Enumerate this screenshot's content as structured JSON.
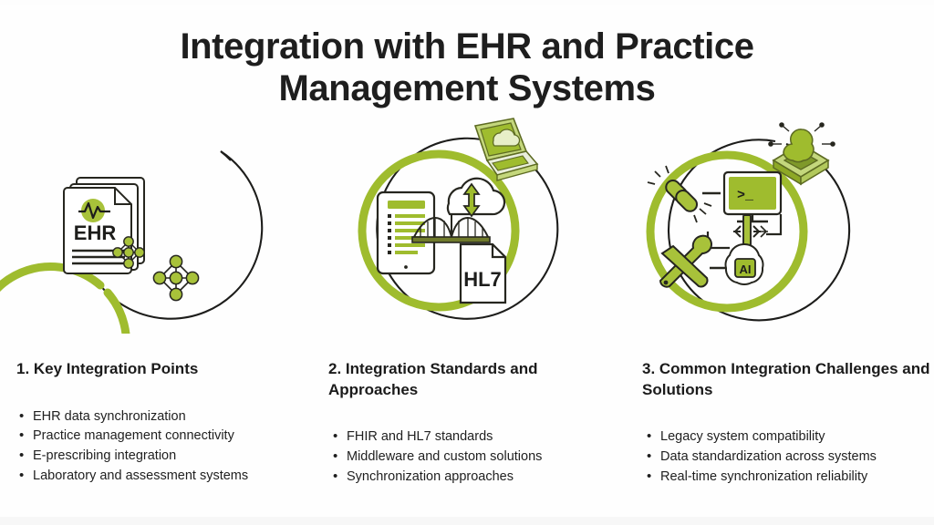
{
  "slide": {
    "title_line1": "Integration with EHR and Practice",
    "title_line2": "Management Systems",
    "background_color": "#fefefe",
    "accent_green": "#9fbc2e",
    "ring_dark": "#1d1d1b",
    "text_color": "#1c1c1c"
  },
  "columns": [
    {
      "heading": "1. Key Integration Points",
      "icon_labels": {
        "document": "EHR"
      },
      "icon_names": [
        "document-stack-icon",
        "heartbeat-icon",
        "network-nodes-icon"
      ],
      "bullets": [
        "EHR data synchronization",
        "Practice management connectivity",
        "E-prescribing integration",
        "Laboratory and assessment systems"
      ]
    },
    {
      "heading": "2. Integration Standards and Approaches",
      "icon_labels": {
        "file": "HL7"
      },
      "icon_names": [
        "tablet-form-icon",
        "bridge-icon",
        "cloud-sync-icon",
        "hl7-file-icon",
        "laptop-cloud-icon"
      ],
      "bullets": [
        "FHIR and HL7 standards",
        "Middleware and custom solutions",
        "Synchronization approaches"
      ]
    },
    {
      "heading": "3. Common Integration Challenges and Solutions",
      "icon_labels": {
        "brain": "AI",
        "terminal": ">_"
      },
      "icon_names": [
        "broken-chain-icon",
        "terminal-monitor-icon",
        "tools-icon",
        "ai-brain-icon",
        "brain-chip-icon"
      ],
      "bullets": [
        "Legacy system compatibility",
        "Data standardization across systems",
        "Real-time synchronization reliability"
      ]
    }
  ]
}
